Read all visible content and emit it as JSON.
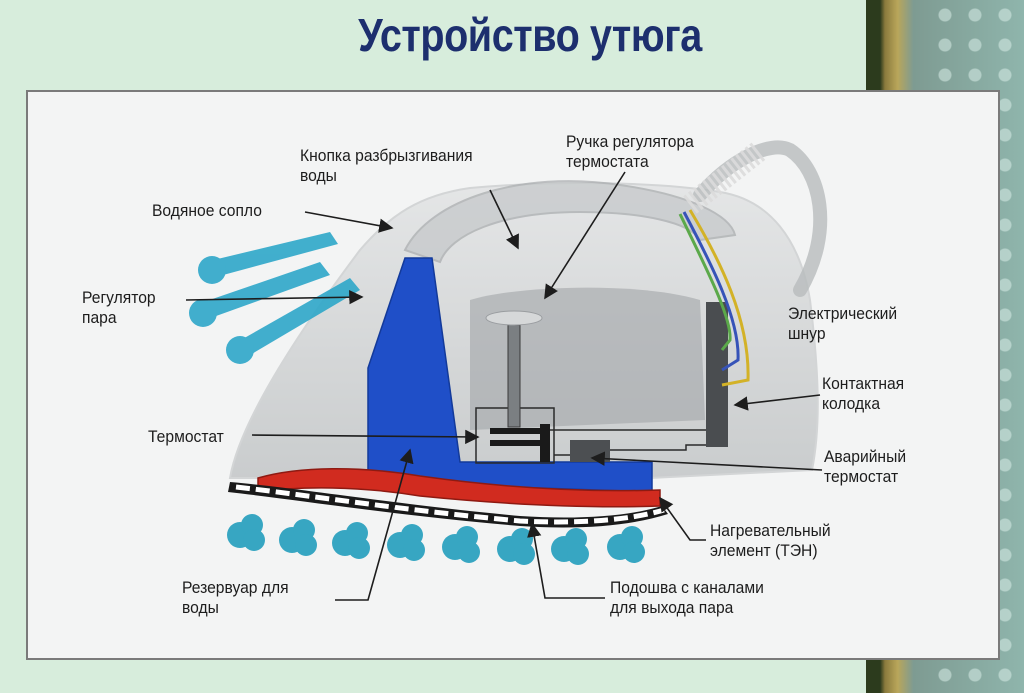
{
  "title": "Устройство утюга",
  "labels": {
    "spray_button": [
      "Кнопка разбрызгивания",
      "воды"
    ],
    "thermostat_knob": [
      "Ручка регулятора",
      "термостата"
    ],
    "water_nozzle": [
      "Водяное сопло"
    ],
    "steam_regulator": [
      "Регулятор",
      "пара"
    ],
    "electric_cord": [
      "Электрический",
      "шнур"
    ],
    "contact_block": [
      "Контактная",
      "колодка"
    ],
    "thermostat": [
      "Термостат"
    ],
    "emergency_thermostat": [
      "Аварийный",
      "термостат"
    ],
    "heating_element": [
      "Нагревательный",
      "элемент (ТЭН)"
    ],
    "water_reservoir": [
      "Резервуар для",
      "воды"
    ],
    "soleplate": [
      "Подошва с каналами",
      "для выхода пара"
    ]
  },
  "colors": {
    "title": "#1d2f6e",
    "reservoir": "#1f4fc8",
    "heating_element": "#d12b1f",
    "steam": "#2ea7c9",
    "body": "#c9cccd"
  }
}
